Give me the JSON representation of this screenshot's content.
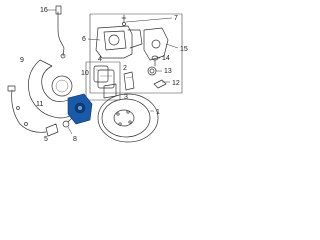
{
  "callouts": {
    "c16": "16",
    "c7": "7",
    "c6": "6",
    "c15": "15",
    "c14": "14",
    "c13": "13",
    "c9": "9",
    "c10": "10",
    "c4": "4",
    "c12": "12",
    "c2": "2",
    "c3": "3",
    "c11": "11",
    "c1": "1",
    "c8": "8",
    "c5": "5"
  },
  "colors": {
    "line": "#333333",
    "highlight": "#1a5aa8",
    "background": "#ffffff"
  }
}
